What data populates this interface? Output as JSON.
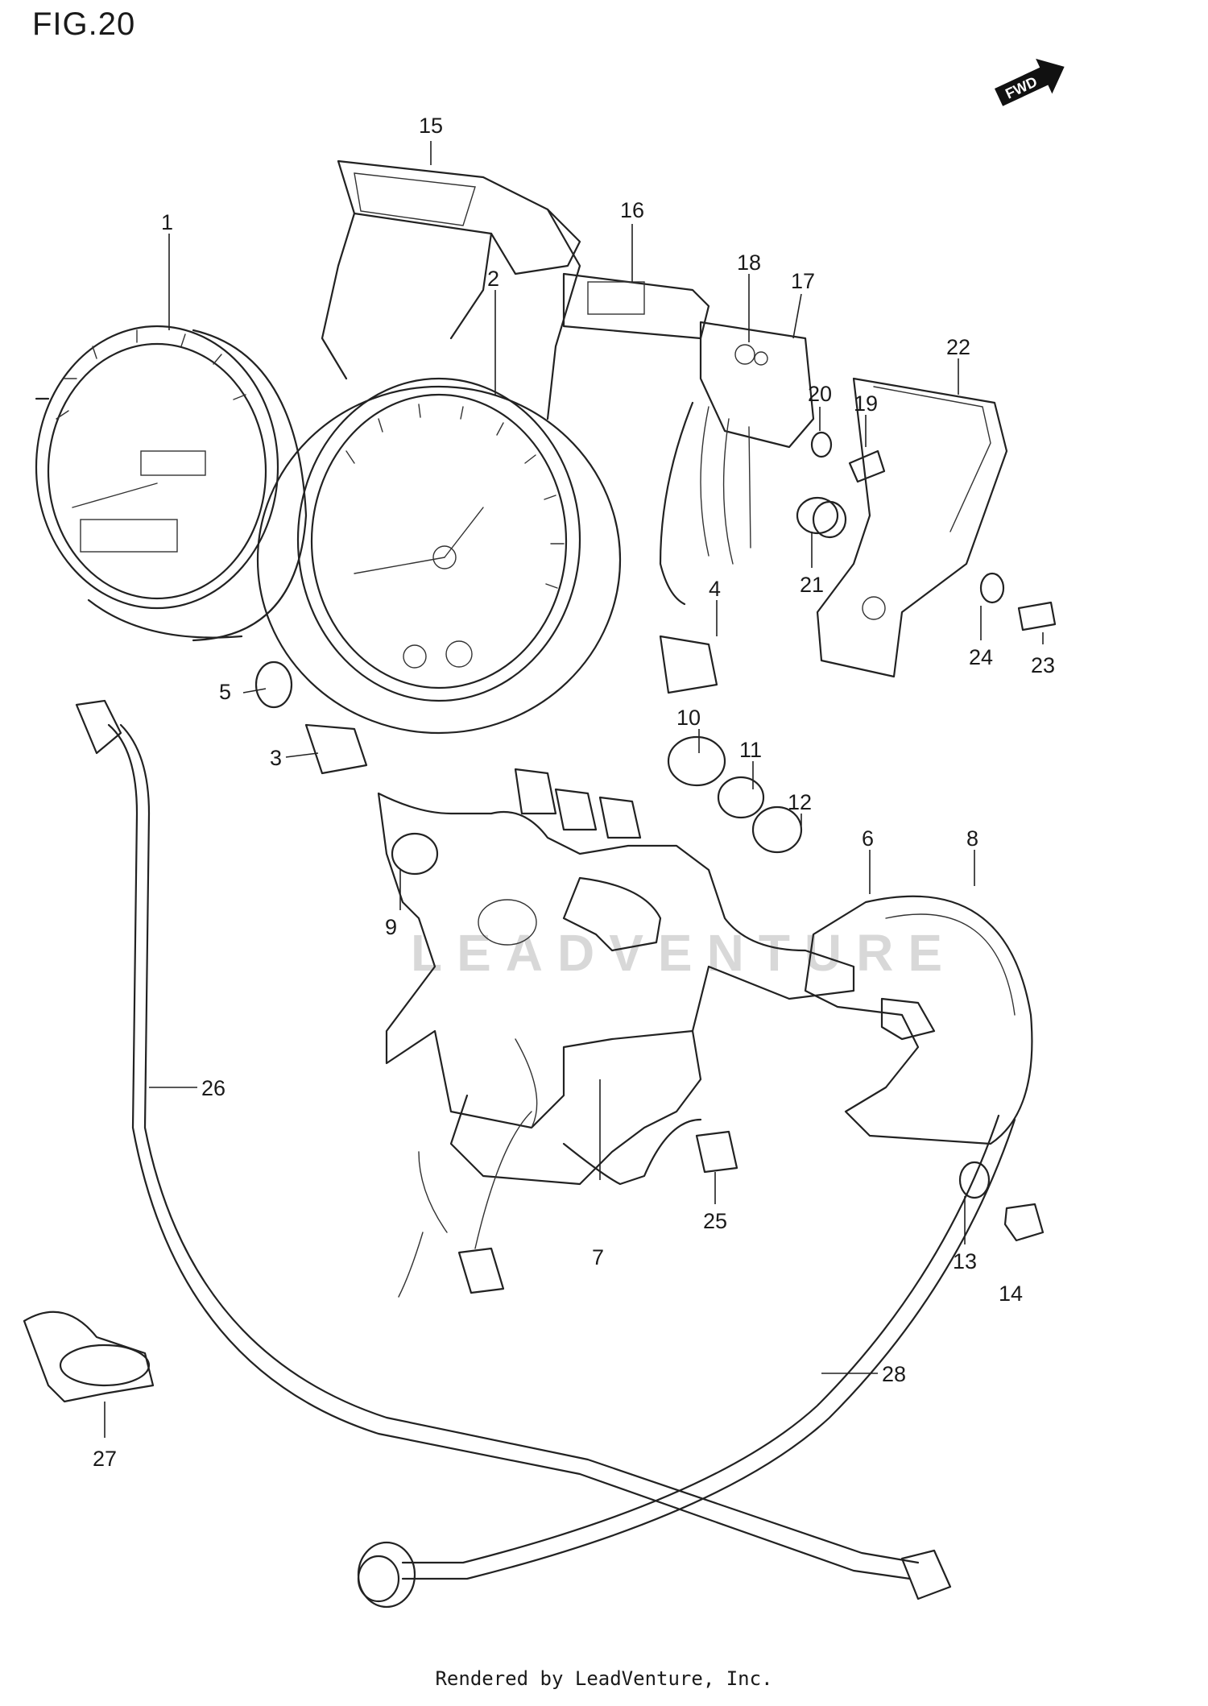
{
  "figure": {
    "title": "FIG.20"
  },
  "direction_marker": {
    "label": "FWD"
  },
  "watermark": {
    "text": "LEADVENTURE"
  },
  "footer": {
    "text": "Rendered by LeadVenture, Inc."
  },
  "callouts": [
    "1",
    "2",
    "3",
    "4",
    "5",
    "6",
    "7",
    "8",
    "9",
    "10",
    "11",
    "12",
    "13",
    "14",
    "15",
    "16",
    "17",
    "18",
    "19",
    "20",
    "21",
    "22",
    "23",
    "24",
    "25",
    "26",
    "27",
    "28"
  ],
  "colors": {
    "ink": "#222222",
    "watermark": "#d8d8d8",
    "background": "#ffffff"
  }
}
